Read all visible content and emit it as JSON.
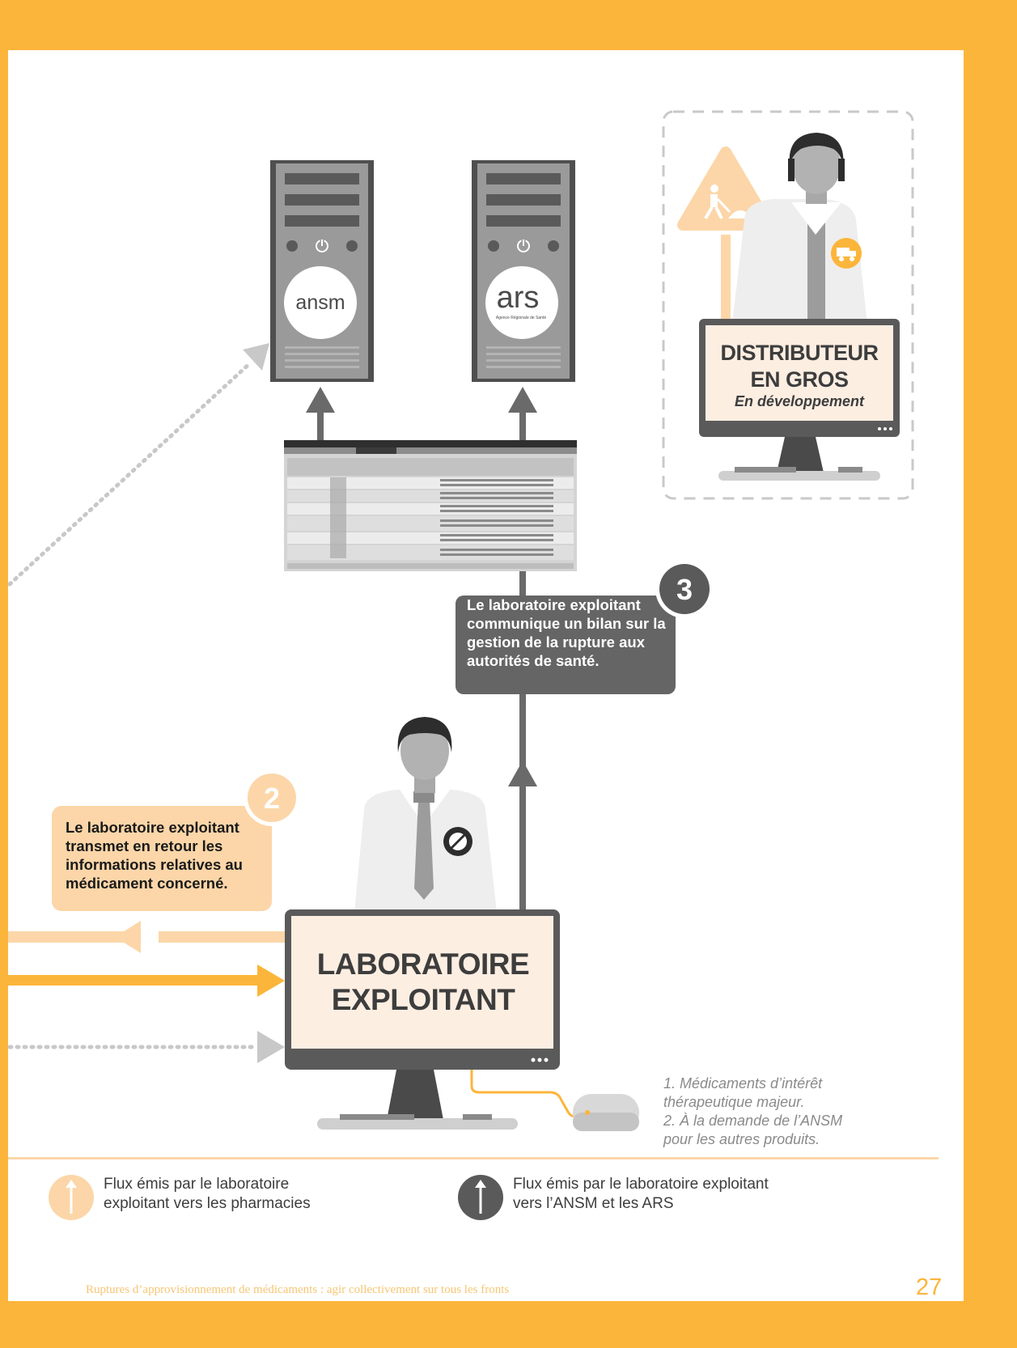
{
  "colors": {
    "orange": "#fcb53b",
    "light_orange": "#fcd6a8",
    "peach": "#fdeee2",
    "dark_gray": "#5a5a5a",
    "mid_gray": "#9c9c9c",
    "light_gray": "#d8d8d8",
    "text_gray": "#8a8a8a"
  },
  "servers": {
    "ansm": {
      "logo_text": "ansm",
      "icon": "power-icon"
    },
    "ars": {
      "logo_text": "ars",
      "logo_subtext": "Agence Régionale de Santé"
    }
  },
  "distributor": {
    "title_line1": "DISTRIBUTEUR",
    "title_line2": "EN GROS",
    "subtitle": "En développement",
    "badge_icon": "truck-icon",
    "sign_icon": "construction-worker-icon"
  },
  "laboratory": {
    "title_line1": "LABORATOIRE",
    "title_line2": "EXPLOITANT",
    "badge_icon": "pill-icon"
  },
  "steps": [
    {
      "number": "3",
      "text": "Le laboratoire exploitant communique un bilan sur la gestion de la rupture aux autorités de santé."
    },
    {
      "number": "2",
      "text": "Le laboratoire exploitant transmet en retour les informations relatives au médicament concerné."
    }
  ],
  "footnotes": {
    "line1": "1. Médicaments d’intérêt thérapeutique majeur.",
    "line2": "2. À la demande de l’ANSM pour les autres produits."
  },
  "legend": [
    {
      "icon": "arrow-up-icon",
      "color": "#fcd6a8",
      "text": "Flux émis par le laboratoire exploitant vers les pharmacies"
    },
    {
      "icon": "arrow-up-icon",
      "color": "#5a5a5a",
      "text": "Flux émis par le laboratoire exploitant vers l’ANSM et les ARS"
    }
  ],
  "footer": {
    "text": "Ruptures d’approvisionnement de médicaments : agir collectivement sur tous les fronts",
    "page_number": "27"
  }
}
